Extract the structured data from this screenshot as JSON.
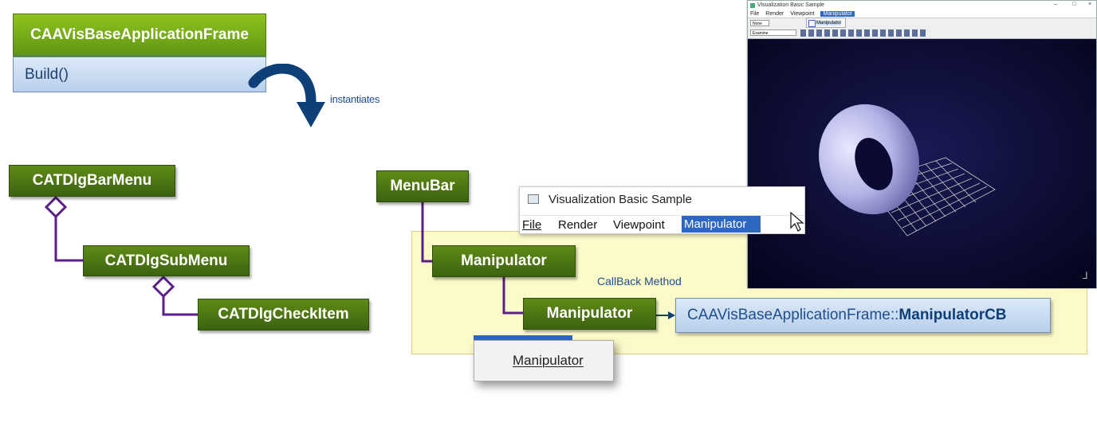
{
  "app_frame": {
    "title": "CAAVisBaseApplicationFrame",
    "method": "Build()",
    "arrow_label": "instantiates"
  },
  "class_tree": {
    "bar_menu": "CATDlgBarMenu",
    "sub_menu": "CATDlgSubMenu",
    "check_item": "CATDlgCheckItem"
  },
  "instance_tree": {
    "menubar": "MenuBar",
    "submenu": "Manipulator",
    "checkitem": "Manipulator",
    "callback_label": "CallBack Method",
    "callback_prefix": "CAAVisBaseApplicationFrame::",
    "callback_name": "ManipulatorCB"
  },
  "menu_excerpt": {
    "window_title": "Visualization Basic Sample",
    "items": [
      "File",
      "Render",
      "Viewpoint",
      "Manipulator"
    ]
  },
  "dropdown_item": "Manipulator",
  "app_window": {
    "title": "Visualization Basic Sample",
    "menu": [
      "File",
      "Render",
      "Viewpoint",
      "Manipulator"
    ],
    "menu_item": "Manipulator",
    "combo1": "None",
    "combo2": "Examine",
    "window_controls": [
      "–",
      "□",
      "×"
    ]
  },
  "colors": {
    "class_green": "#3d6210",
    "frame_green": "#7bb31b",
    "tree_line": "#5b1f8a",
    "callback_bg": "#fdfac9",
    "method_text": "#1f4e8c",
    "viewport_bg": "#0d0d3a",
    "torus": "#b9b9ec"
  }
}
